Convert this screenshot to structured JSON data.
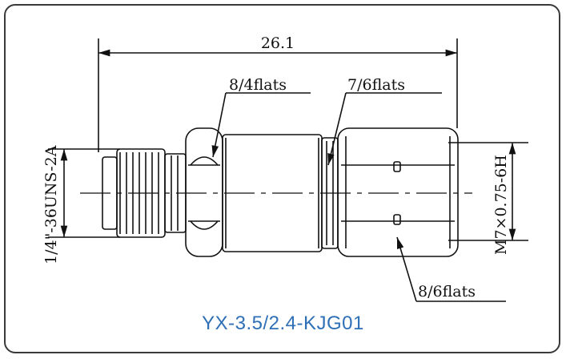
{
  "drawing": {
    "overall_length": "26.1",
    "left_thread": "1/4\"-36UNS-2A",
    "right_thread": "M7×0.75-6H",
    "flats_left_hex": "8/4flats",
    "flats_mid": "7/6flats",
    "flats_right_hex": "8/6flats"
  },
  "caption": "YX-3.5/2.4-KJG01",
  "colors": {
    "line": "#111111",
    "caption": "#2e6fb6",
    "frame": "#3a3a3a"
  }
}
